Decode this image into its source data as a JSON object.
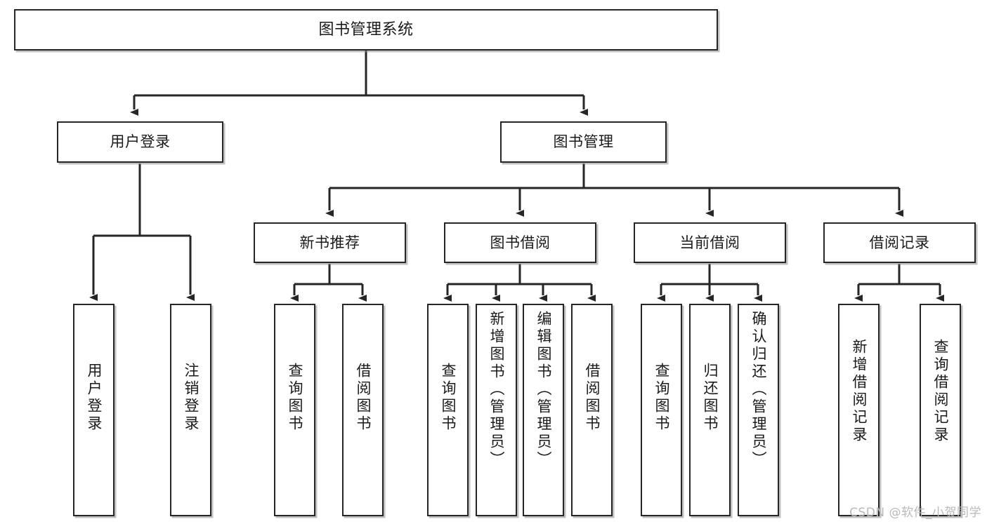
{
  "diagram": {
    "type": "tree-hierarchy-chart",
    "title_node": {
      "label": "图书管理系统"
    },
    "level2": [
      {
        "id": "user-login",
        "label": "用户登录"
      },
      {
        "id": "book-manage",
        "label": "图书管理"
      }
    ],
    "level3": [
      {
        "id": "new-book-rec",
        "label": "新书推荐",
        "parent": "book-manage"
      },
      {
        "id": "book-borrow",
        "label": "图书借阅",
        "parent": "book-manage"
      },
      {
        "id": "current-borrow",
        "label": "当前借阅",
        "parent": "book-manage"
      },
      {
        "id": "borrow-record",
        "label": "借阅记录",
        "parent": "book-manage"
      }
    ],
    "leaves": {
      "user-login": [
        {
          "id": "leaf-user-login",
          "label": "用户登录"
        },
        {
          "id": "leaf-user-logout",
          "label": "注销登录"
        }
      ],
      "new-book-rec": [
        {
          "id": "leaf-query-book-1",
          "label": "查询图书"
        },
        {
          "id": "leaf-borrow-book-1",
          "label": "借阅图书"
        }
      ],
      "book-borrow": [
        {
          "id": "leaf-query-book-2",
          "label": "查询图书"
        },
        {
          "id": "leaf-add-book",
          "label": "新增图书（管理员）"
        },
        {
          "id": "leaf-edit-book",
          "label": "编辑图书（管理员）"
        },
        {
          "id": "leaf-borrow-book-2",
          "label": "借阅图书"
        }
      ],
      "current-borrow": [
        {
          "id": "leaf-query-book-3",
          "label": "查询图书"
        },
        {
          "id": "leaf-return-book",
          "label": "归还图书"
        },
        {
          "id": "leaf-confirm-return",
          "label": "确认归还（管理员）"
        }
      ],
      "borrow-record": [
        {
          "id": "leaf-add-record",
          "label": "新增借阅记录"
        },
        {
          "id": "leaf-query-record",
          "label": "查询借阅记录"
        }
      ]
    },
    "colors": {
      "stroke": "#262626",
      "box_fill": "#ffffff",
      "text": "#1a1a1a",
      "shadow": "#8c8c8c",
      "watermark": "#b9b9b9",
      "background": "#ffffff"
    }
  },
  "watermark": {
    "text": "CSDN @软件_小贺同学"
  }
}
